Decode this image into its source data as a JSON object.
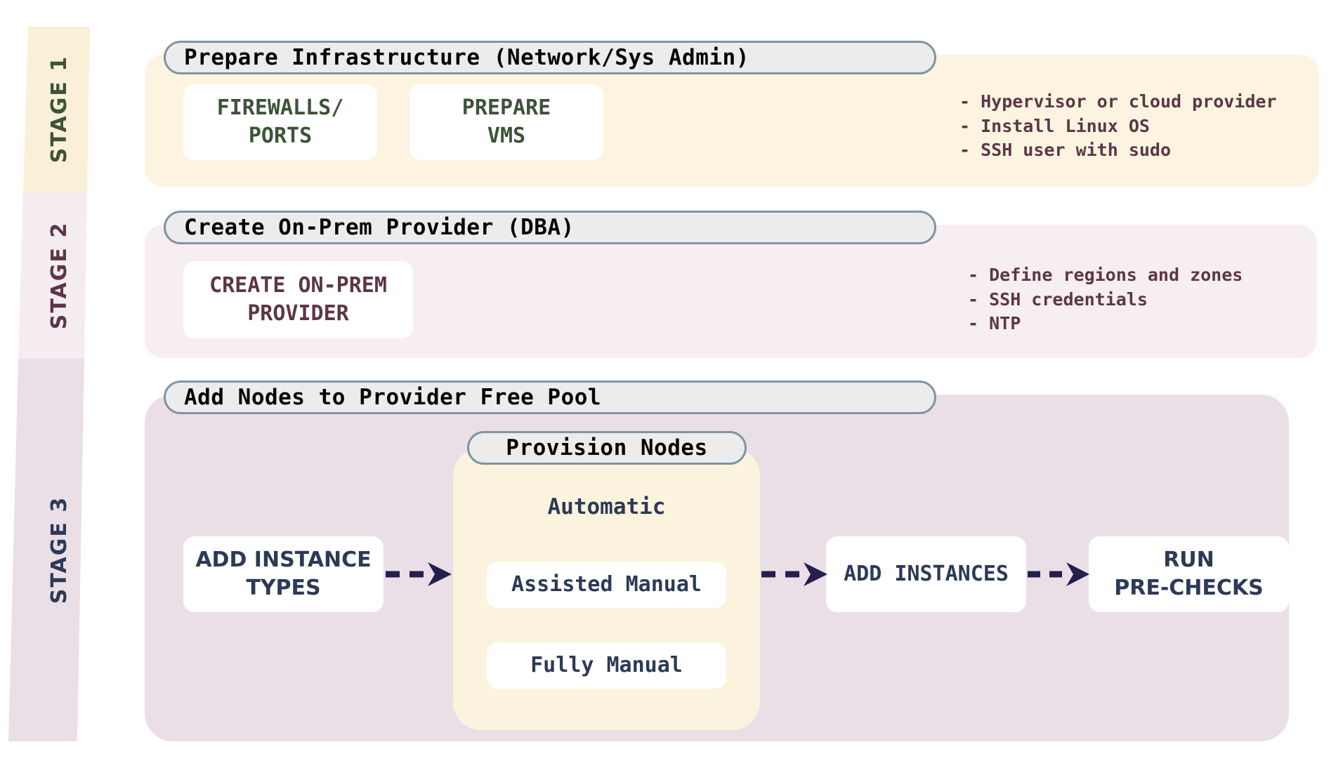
{
  "palette": {
    "stage1_band": "#faf0d7",
    "stage1_panel": "#fcf4e0",
    "stage1_text": "#3d5338",
    "stage2_band": "#f4ecf0",
    "stage2_panel": "#f6eef1",
    "stage2_text": "#5c3647",
    "stage3_band": "#ebdfe7",
    "stage3_panel": "#ebdfe7",
    "stage3_text": "#2c3a56",
    "provision_panel": "#fbf3de",
    "pill_fill": "#ececec",
    "pill_border": "#7f94a4",
    "pill_text": "#050505",
    "box_fill": "#ffffff",
    "arrow": "#241f4d",
    "page_bg": "#ffffff"
  },
  "rail": {
    "stages": [
      {
        "label": "STAGE 1"
      },
      {
        "label": "STAGE 2"
      },
      {
        "label": "STAGE 3"
      }
    ]
  },
  "stages": [
    {
      "id": "stage-1",
      "header": "Prepare Infrastructure (Network/Sys Admin)",
      "boxes": [
        {
          "label": "FIREWALLS/\nPORTS"
        },
        {
          "label": "PREPARE\nVMS"
        }
      ],
      "notes": "- Hypervisor or cloud provider\n- Install Linux OS\n- SSH user with sudo"
    },
    {
      "id": "stage-2",
      "header": "Create On-Prem Provider (DBA)",
      "boxes": [
        {
          "label": "CREATE ON-PREM\nPROVIDER"
        }
      ],
      "notes": "- Define regions and zones\n- SSH credentials\n- NTP"
    },
    {
      "id": "stage-3",
      "header": "Add Nodes to Provider Free Pool",
      "boxes": [
        {
          "label": "ADD INSTANCE\nTYPES"
        },
        {
          "label": "ADD INSTANCES"
        },
        {
          "label": "RUN\nPRE-CHECKS"
        }
      ],
      "notes": "",
      "subgroup": {
        "header": "Provision Nodes",
        "title": "Automatic",
        "boxes": [
          {
            "label": "Assisted Manual"
          },
          {
            "label": "Fully Manual"
          }
        ]
      }
    }
  ],
  "arrows": [
    {
      "name": "arrow-types-to-provision"
    },
    {
      "name": "arrow-provision-to-instances"
    },
    {
      "name": "arrow-instances-to-prechecks"
    }
  ]
}
